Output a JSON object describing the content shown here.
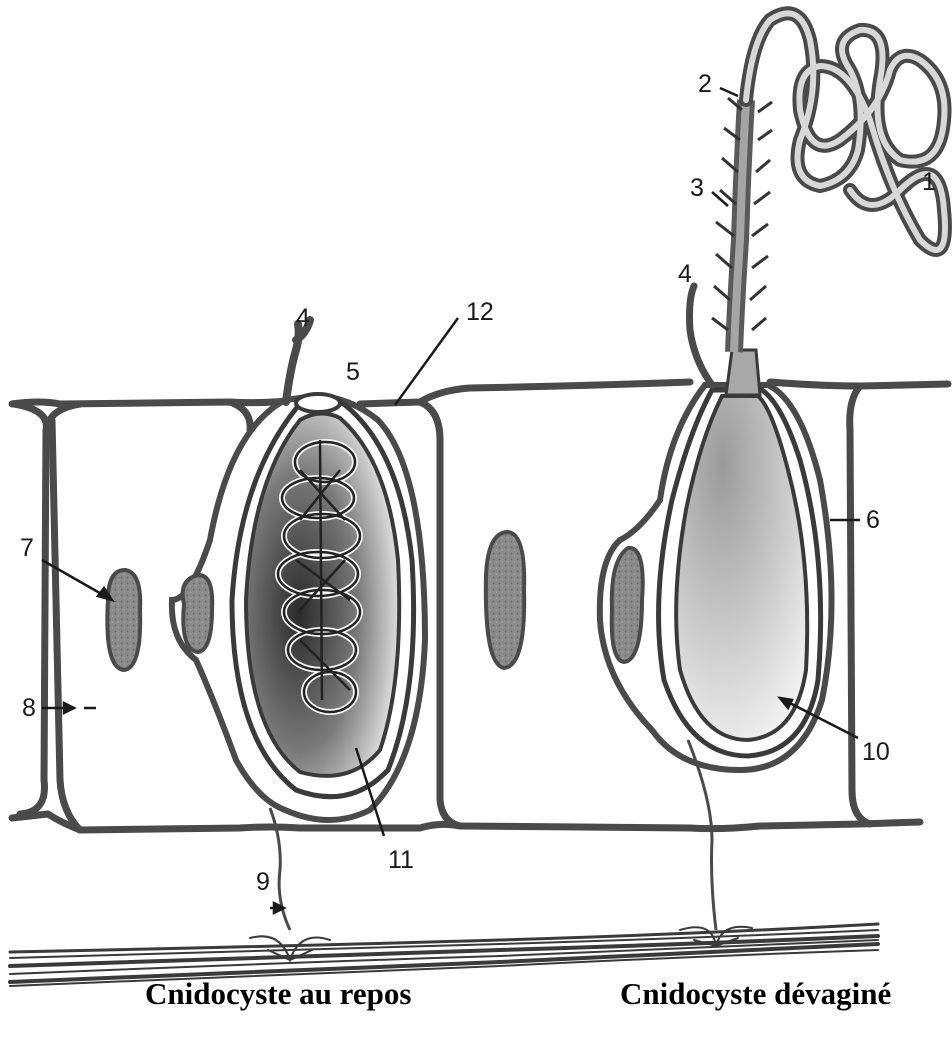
{
  "labels": {
    "l1": "1",
    "l2": "2",
    "l3": "3",
    "l4a": "4",
    "l4b": "4",
    "l5": "5",
    "l6": "6",
    "l7": "7",
    "l8": "8",
    "l9": "9",
    "l10": "10",
    "l11": "11",
    "l12": "12"
  },
  "captions": {
    "left": "Cnidocyste au repos",
    "right": "Cnidocyste dévaginé"
  },
  "colors": {
    "outline": "#4a4a4a",
    "nucleus": "#8a8a8a",
    "capsule_dark": "#3a3a3a",
    "capsule_light": "#f2f2f2"
  }
}
